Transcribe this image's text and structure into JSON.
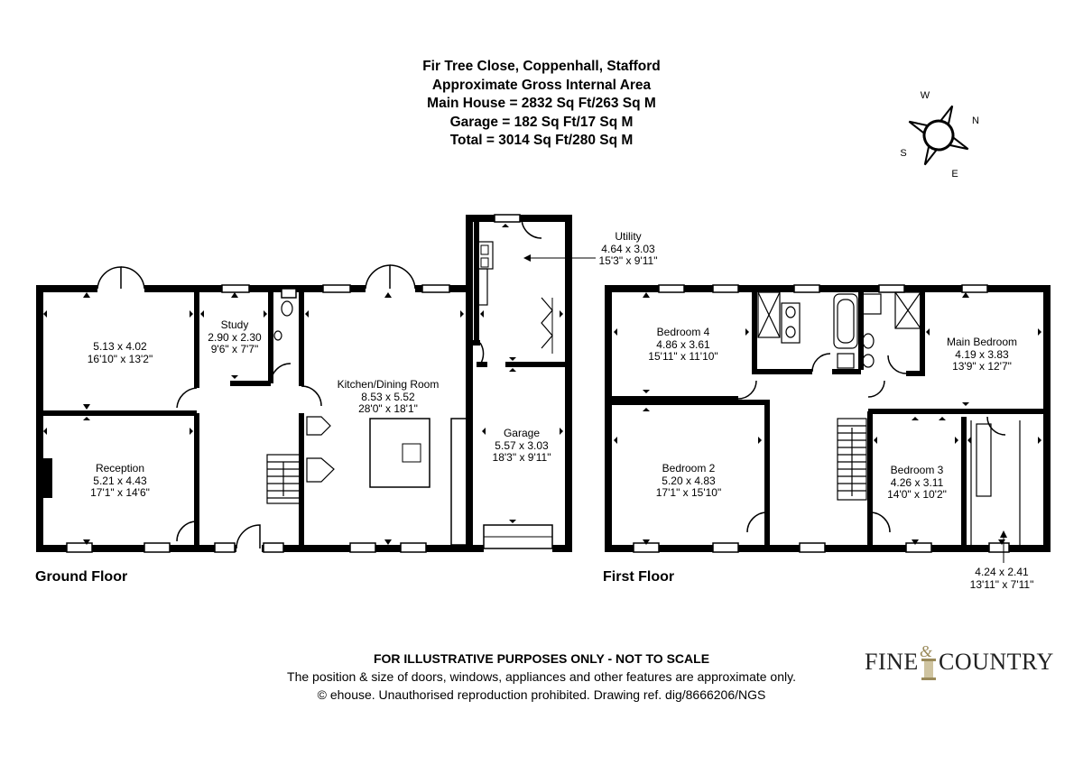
{
  "header": {
    "address": "Fir Tree Close, Coppenhall, Stafford",
    "area_title": "Approximate Gross Internal Area",
    "main_house": "Main House = 2832 Sq Ft/263 Sq M",
    "garage": "Garage = 182 Sq Ft/17 Sq M",
    "total": "Total = 3014 Sq Ft/280 Sq M"
  },
  "compass": {
    "w": "W",
    "n": "N",
    "s": "S",
    "e": "E"
  },
  "floors": {
    "ground": "Ground Floor",
    "first": "First Floor"
  },
  "rooms": {
    "living": {
      "name": "",
      "metric": "5.13 x 4.02",
      "imperial": "16'10\" x 13'2\""
    },
    "study": {
      "name": "Study",
      "metric": "2.90 x 2.30",
      "imperial": "9'6\" x 7'7\""
    },
    "reception": {
      "name": "Reception",
      "metric": "5.21 x 4.43",
      "imperial": "17'1\" x 14'6\""
    },
    "kitchen": {
      "name": "Kitchen/Dining Room",
      "metric": "8.53 x 5.52",
      "imperial": "28'0\" x 18'1\""
    },
    "utility": {
      "name": "Utility",
      "metric": "4.64 x 3.03",
      "imperial": "15'3\" x 9'11\""
    },
    "garage": {
      "name": "Garage",
      "metric": "5.57 x 3.03",
      "imperial": "18'3\" x 9'11\""
    },
    "bedroom4": {
      "name": "Bedroom 4",
      "metric": "4.86 x 3.61",
      "imperial": "15'11\" x 11'10\""
    },
    "main_bedroom": {
      "name": "Main Bedroom",
      "metric": "4.19 x 3.83",
      "imperial": "13'9\" x 12'7\""
    },
    "bedroom2": {
      "name": "Bedroom 2",
      "metric": "5.20 x 4.83",
      "imperial": "17'1\" x 15'10\""
    },
    "bedroom3": {
      "name": "Bedroom 3",
      "metric": "4.26 x 3.11",
      "imperial": "14'0\" x 10'2\""
    },
    "dressing": {
      "name": "",
      "metric": "4.24 x 2.41",
      "imperial": "13'11\" x 7'11\""
    }
  },
  "footer": {
    "disclaimer": "FOR ILLUSTRATIVE PURPOSES ONLY - NOT TO SCALE",
    "note": "The position & size of doors, windows, appliances and other features are approximate only.",
    "copyright": "© ehouse. Unauthorised reproduction prohibited. Drawing ref. dig/8666206/NGS"
  },
  "logo": {
    "text_left": "FINE",
    "ampersand": "&",
    "text_right": "COUNTRY"
  }
}
